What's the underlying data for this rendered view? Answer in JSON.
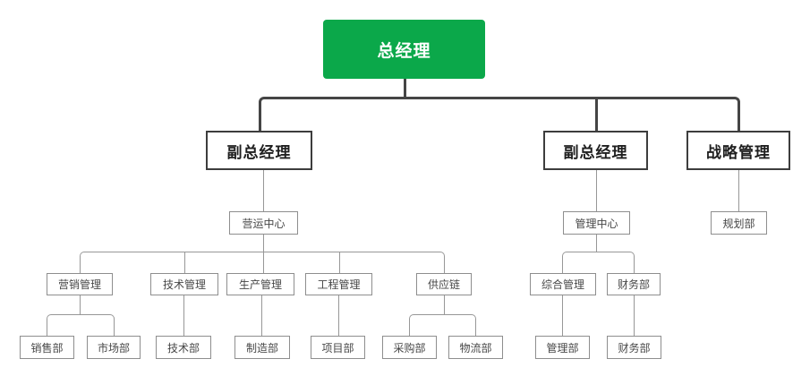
{
  "diagram": {
    "type": "org-chart",
    "colors": {
      "root_fill": "#0BA84A",
      "root_text": "#FFFFFF",
      "level2_border": "#3D3D3D",
      "minor_border": "#8E8E8E",
      "connector_thick": "#454545",
      "connector_thin": "#979797",
      "background": "#FFFFFF"
    }
  },
  "tree": {
    "label": "总经理",
    "children": [
      {
        "label": "副总经理",
        "children": [
          {
            "label": "营运中心",
            "children": [
              {
                "label": "营销管理",
                "children": [
                  {
                    "label": "销售部"
                  },
                  {
                    "label": "市场部"
                  }
                ]
              },
              {
                "label": "技术管理",
                "children": [
                  {
                    "label": "技术部"
                  }
                ]
              },
              {
                "label": "生产管理",
                "children": [
                  {
                    "label": "制造部"
                  }
                ]
              },
              {
                "label": "工程管理",
                "children": [
                  {
                    "label": "项目部"
                  }
                ]
              },
              {
                "label": "供应链",
                "children": [
                  {
                    "label": "采购部"
                  },
                  {
                    "label": "物流部"
                  }
                ]
              }
            ]
          }
        ]
      },
      {
        "label": "副总经理",
        "children": [
          {
            "label": "管理中心",
            "children": [
              {
                "label": "综合管理",
                "children": [
                  {
                    "label": "管理部"
                  }
                ]
              },
              {
                "label": "财务部",
                "children": [
                  {
                    "label": "财务部"
                  }
                ]
              }
            ]
          }
        ]
      },
      {
        "label": "战略管理",
        "children": [
          {
            "label": "规划部"
          }
        ]
      }
    ]
  }
}
